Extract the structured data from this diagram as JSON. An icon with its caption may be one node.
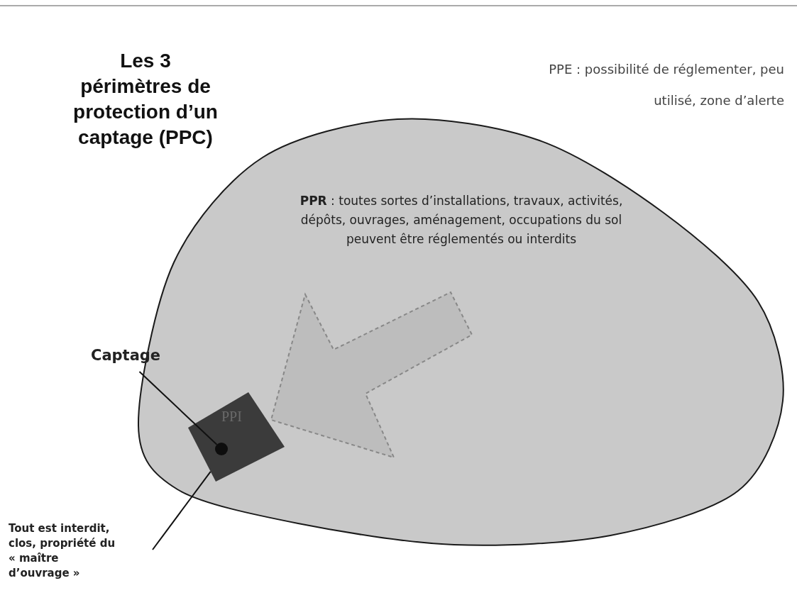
{
  "diagram": {
    "title": "Les 3 périmètres de protection d’un captage (PPC)",
    "nodes": [
      {
        "text": [
          "**PPR** : toutes sortes d’installations, travaux, activités, dépôts, ouvrages, aménagement, occupations du sol peuvent être réglementés ou interdits"
        ]
      },
      {
        "text": [
          "PPI"
        ],
        "in": 0
      },
      {
        "text": [],
        "shape": "circle",
        "in": 1
      },
      {
        "text": [
          "Captage"
        ]
      },
      {
        "text": [
          "Tout est interdit, clos, propriété du « maître d’ouvrage »"
        ]
      }
    ],
    "edges": [
      {
        "from": 3,
        "to": 2,
        "arrow": "none"
      },
      {
        "from": 4,
        "to": 1,
        "arrow": "none"
      }
    ],
    "labels": [
      "PPE : possibilité de réglementer, peu utilisé, zone d’alerte"
    ]
  }
}
